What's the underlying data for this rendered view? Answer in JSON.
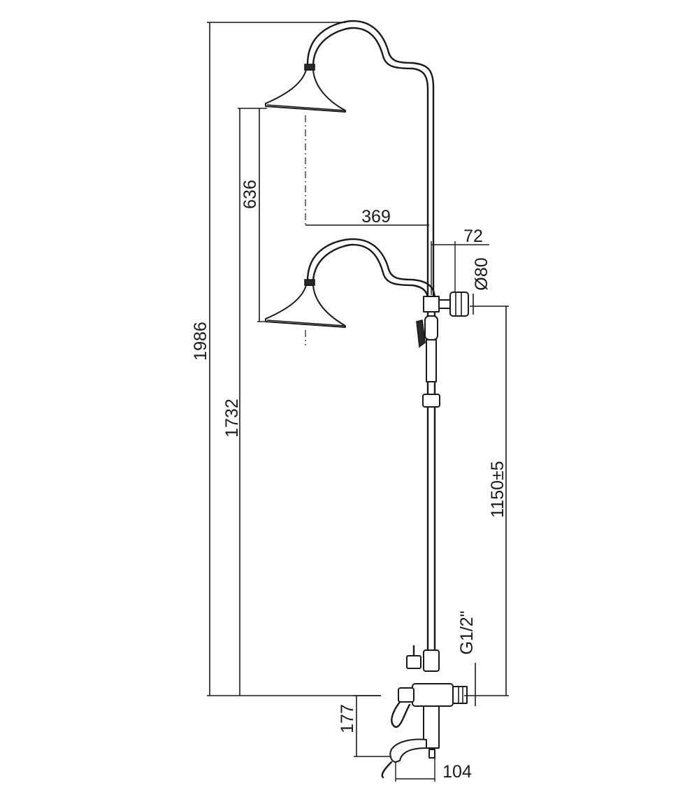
{
  "dimensions": {
    "total_height": "1986",
    "head_height": "1732",
    "head_drop": "636",
    "head_reach": "369",
    "bracket_offset": "72",
    "diverter_diameter": "Ø80",
    "inlet_height": "1150±5",
    "thread": "G1/2\"",
    "spout_height": "177",
    "spout_reach": "104"
  }
}
